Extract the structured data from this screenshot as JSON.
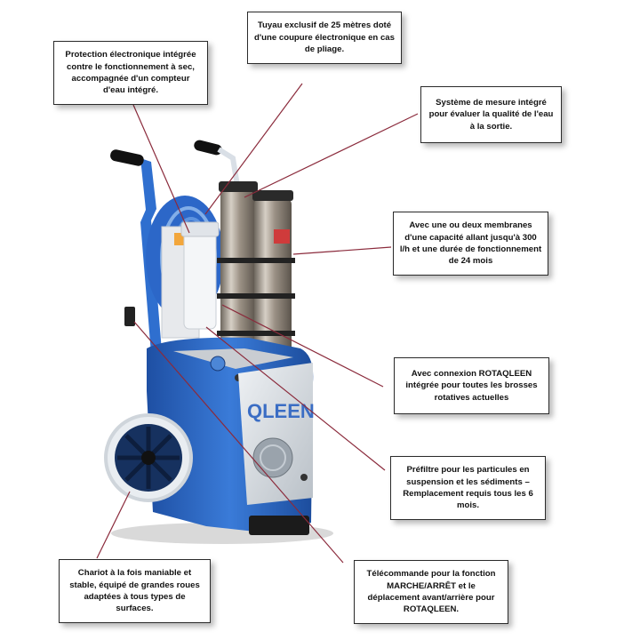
{
  "callouts": {
    "protection": "Protection électronique intégrée contre le fonctionnement à sec, accompagnée d'un compteur d'eau intégré.",
    "tuyau": "Tuyau exclusif de 25 mètres doté d'une coupure électronique en cas de pliage.",
    "mesure": "Système de mesure intégré pour évaluer la qualité de l'eau à la sortie.",
    "membranes": "Avec une ou deux membranes d'une capacité allant jusqu'à 300 l/h et une durée de fonctionnement de 24 mois",
    "rotaqleen": "Avec connexion ROTAQLEEN intégrée pour toutes les brosses rotatives actuelles",
    "prefiltre": "Préfiltre pour les particules en suspension et les sédiments – Remplacement requis tous les 6 mois.",
    "chariot": "Chariot à la fois maniable et stable, équipé de grandes roues adaptées à tous types de surfaces.",
    "telecommande": "Télécommande pour la fonction MARCHE/ARRÊT et le déplacement avant/arrière pour ROTAQLEEN."
  },
  "product": {
    "brand_text": "QLEEN"
  },
  "colors": {
    "leader_line": "#8b2b3c",
    "machine_blue": "#2a66c4",
    "steel": "#a89e92"
  }
}
